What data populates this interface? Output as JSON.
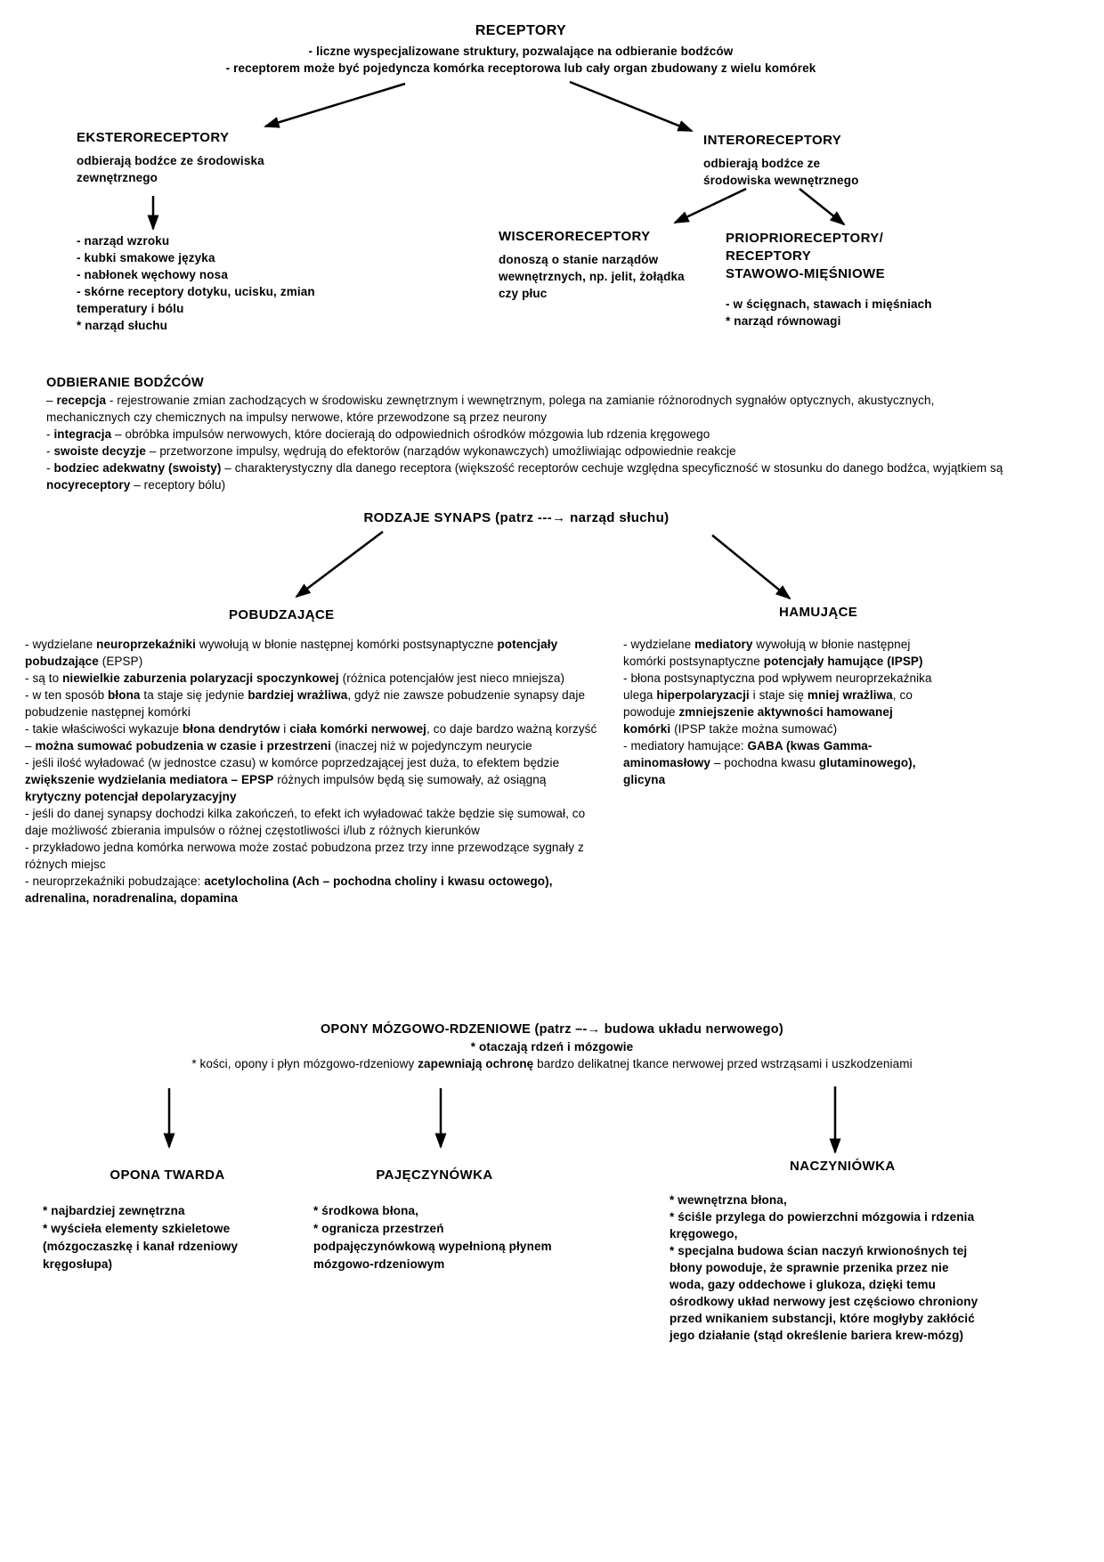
{
  "receptory": {
    "title": "RECEPTORY",
    "line1": "- liczne wyspecjalizowane struktury, pozwalające na odbieranie bodźców",
    "line2": "- receptorem może być pojedyncza komórka receptorowa lub cały organ zbudowany z wielu komórek"
  },
  "eksteroreceptory": {
    "heading": "EKSTERORECEPTORY",
    "desc": "odbierają bodźce ze środowiska\nzewnętrznego",
    "items": [
      "- narząd wzroku",
      "- kubki smakowe języka",
      "- nabłonek węchowy nosa",
      "- skórne receptory dotyku, ucisku, zmian temperatury i bólu",
      "* narząd słuchu"
    ]
  },
  "interoreceptory": {
    "heading": "INTERORECEPTORY",
    "desc": "odbierają bodźce ze\nśrodowiska wewnętrznego"
  },
  "wisceroreceptory": {
    "heading": "WISCERORECEPTORY",
    "desc": "donoszą o stanie narządów\nwewnętrznych, np. jelit, żołądka\nczy płuc"
  },
  "prioprioreceptory": {
    "heading": "PRIOPRIORECEPTORY/\nRECEPTORY\nSTAWOWO-MIĘŚNIOWE",
    "items": [
      "- w ścięgnach, stawach i mięśniach",
      "* narząd równowagi"
    ]
  },
  "odbieranie": {
    "heading": "ODBIERANIE BODŹCÓW",
    "bullets": [
      [
        {
          "t": "– "
        },
        {
          "t": "recepcja",
          "b": 1
        },
        {
          "t": " -  rejestrowanie zmian zachodzących w środowisku zewnętrznym i wewnętrznym, polega na zamianie różnorodnych sygnałów optycznych, akustycznych, mechanicznych czy chemicznych na impulsy nerwowe, które przewodzone są przez neurony"
        }
      ],
      [
        {
          "t": "- "
        },
        {
          "t": "integracja",
          "b": 1
        },
        {
          "t": " – obróbka impulsów nerwowych, które docierają do odpowiednich ośrodków mózgowia lub rdzenia kręgowego"
        }
      ],
      [
        {
          "t": "- "
        },
        {
          "t": "swoiste decyzje",
          "b": 1
        },
        {
          "t": " – przetworzone impulsy, wędrują do efektorów (narządów wykonawczych) umożliwiając odpowiednie reakcje"
        }
      ],
      [
        {
          "t": "- "
        },
        {
          "t": "bodziec adekwatny (swoisty)",
          "b": 1
        },
        {
          "t": " – charakterystyczny dla danego receptora (większość receptorów cechuje względna specyficzność w stosunku do danego bodźca, wyjątkiem są "
        },
        {
          "t": "nocyreceptory",
          "b": 1
        },
        {
          "t": " – receptory bólu)"
        }
      ]
    ]
  },
  "synapsy": {
    "heading": "RODZAJE SYNAPS (patrz ---→ narząd słuchu)",
    "pobudzajace": {
      "label": "POBUDZAJĄCE",
      "bullets": [
        [
          {
            "t": "- wydzielane "
          },
          {
            "t": "neuroprzekaźniki",
            "b": 1
          },
          {
            "t": " wywołują w błonie następnej komórki postsynaptyczne "
          },
          {
            "t": "potencjały pobudzające",
            "b": 1
          },
          {
            "t": " (EPSP)"
          }
        ],
        [
          {
            "t": "- są to "
          },
          {
            "t": "niewielkie zaburzenia polaryzacji spoczynkowej",
            "b": 1
          },
          {
            "t": " (różnica potencjałów jest nieco mniejsza)"
          }
        ],
        [
          {
            "t": "- w ten sposób "
          },
          {
            "t": "błona",
            "b": 1
          },
          {
            "t": " ta staje się jedynie "
          },
          {
            "t": "bardziej wrażliwa",
            "b": 1
          },
          {
            "t": ", gdyż nie zawsze pobudzenie synapsy daje pobudzenie następnej komórki"
          }
        ],
        [
          {
            "t": "- takie właściwości wykazuje "
          },
          {
            "t": "błona dendrytów",
            "b": 1
          },
          {
            "t": " i "
          },
          {
            "t": "ciała komórki nerwowej",
            "b": 1
          },
          {
            "t": ", co daje bardzo ważną korzyść – "
          },
          {
            "t": "można sumować pobudzenia w czasie i przestrzeni",
            "b": 1
          },
          {
            "t": " (inaczej niż w pojedynczym neurycie"
          }
        ],
        [
          {
            "t": "- jeśli ilość wyładować (w jednostce czasu) w komórce poprzedzającej jest duża, to efektem będzie "
          },
          {
            "t": "zwiększenie wydzielania mediatora – EPSP",
            "b": 1
          },
          {
            "t": " różnych impulsów będą się sumowały, aż osiągną "
          },
          {
            "t": "krytyczny potencjał depolaryzacyjny",
            "b": 1
          }
        ],
        [
          {
            "t": "- jeśli do danej synapsy dochodzi kilka zakończeń, to efekt ich wyładować także będzie się sumował, co daje możliwość zbierania impulsów o różnej częstotliwości i/lub z różnych kierunków"
          }
        ],
        [
          {
            "t": "- przykładowo jedna komórka nerwowa może zostać pobudzona przez trzy inne przewodzące sygnały z różnych miejsc"
          }
        ],
        [
          {
            "t": "- neuroprzekaźniki pobudzające: "
          },
          {
            "t": "acetylocholina (Ach – pochodna choliny i kwasu octowego), adrenalina, noradrenalina, dopamina",
            "b": 1
          }
        ]
      ]
    },
    "hamujace": {
      "label": "HAMUJĄCE",
      "bullets": [
        [
          {
            "t": "- wydzielane "
          },
          {
            "t": "mediatory",
            "b": 1
          },
          {
            "t": " wywołują w błonie następnej komórki postsynaptyczne "
          },
          {
            "t": "potencjały hamujące (IPSP)",
            "b": 1
          }
        ],
        [
          {
            "t": "- błona postsynaptyczna pod wpływem neuroprzekaźnika ulega "
          },
          {
            "t": "hiperpolaryzacji",
            "b": 1
          },
          {
            "t": " i staje się "
          },
          {
            "t": "mniej wrażliwa",
            "b": 1
          },
          {
            "t": ", co powoduje "
          },
          {
            "t": "zmniejszenie aktywności hamowanej komórki",
            "b": 1
          },
          {
            "t": " (IPSP także można sumować)"
          }
        ],
        [
          {
            "t": "- mediatory hamujące: "
          },
          {
            "t": "GABA (kwas Gamma-aminomasłowy",
            "b": 1
          },
          {
            "t": " – pochodna kwasu "
          },
          {
            "t": "glutaminowego), glicyna",
            "b": 1
          }
        ]
      ]
    }
  },
  "opony": {
    "heading": "OPONY MÓZGOWO-RDZENIOWE (patrz –-→ budowa układu nerwowego)",
    "line1": "* otaczają rdzeń i mózgowie",
    "line2": [
      {
        "t": "* kości, opony i płyn mózgowo-rdzeniowy "
      },
      {
        "t": "zapewniają ochronę",
        "b": 1
      },
      {
        "t": " bardzo delikatnej tkance nerwowej przed wstrząsami i uszkodzeniami"
      }
    ]
  },
  "opona_twarda": {
    "heading": "OPONA TWARDA",
    "items": [
      "* najbardziej zewnętrzna",
      "* wyścieła elementy szkieletowe (mózgoczaszkę i kanał rdzeniowy kręgosłupa)"
    ]
  },
  "pajeczynowka": {
    "heading": "PAJĘCZYNÓWKA",
    "items": [
      "* środkowa błona,",
      "* ogranicza przestrzeń podpajęczynówkową wypełnioną płynem mózgowo-rdzeniowym"
    ]
  },
  "naczyniowka": {
    "heading": "NACZYNIÓWKA",
    "items": [
      "* wewnętrzna błona,",
      "* ściśle przylega do powierzchni mózgowia i rdzenia kręgowego,",
      [
        {
          "t": "* specjalna budowa ścian naczyń krwionośnych tej błony powoduje, że sprawnie przenika przez nie woda, gazy oddechowe i glukoza, dzięki temu ośrodkowy układ nerwowy jest częściowo chroniony przed wnikaniem substancji, które mogłyby zakłócić jego działanie (stąd określenie "
        },
        {
          "t": "bariera krew-mózg",
          "b": 1
        },
        {
          "t": ")"
        }
      ]
    ]
  }
}
